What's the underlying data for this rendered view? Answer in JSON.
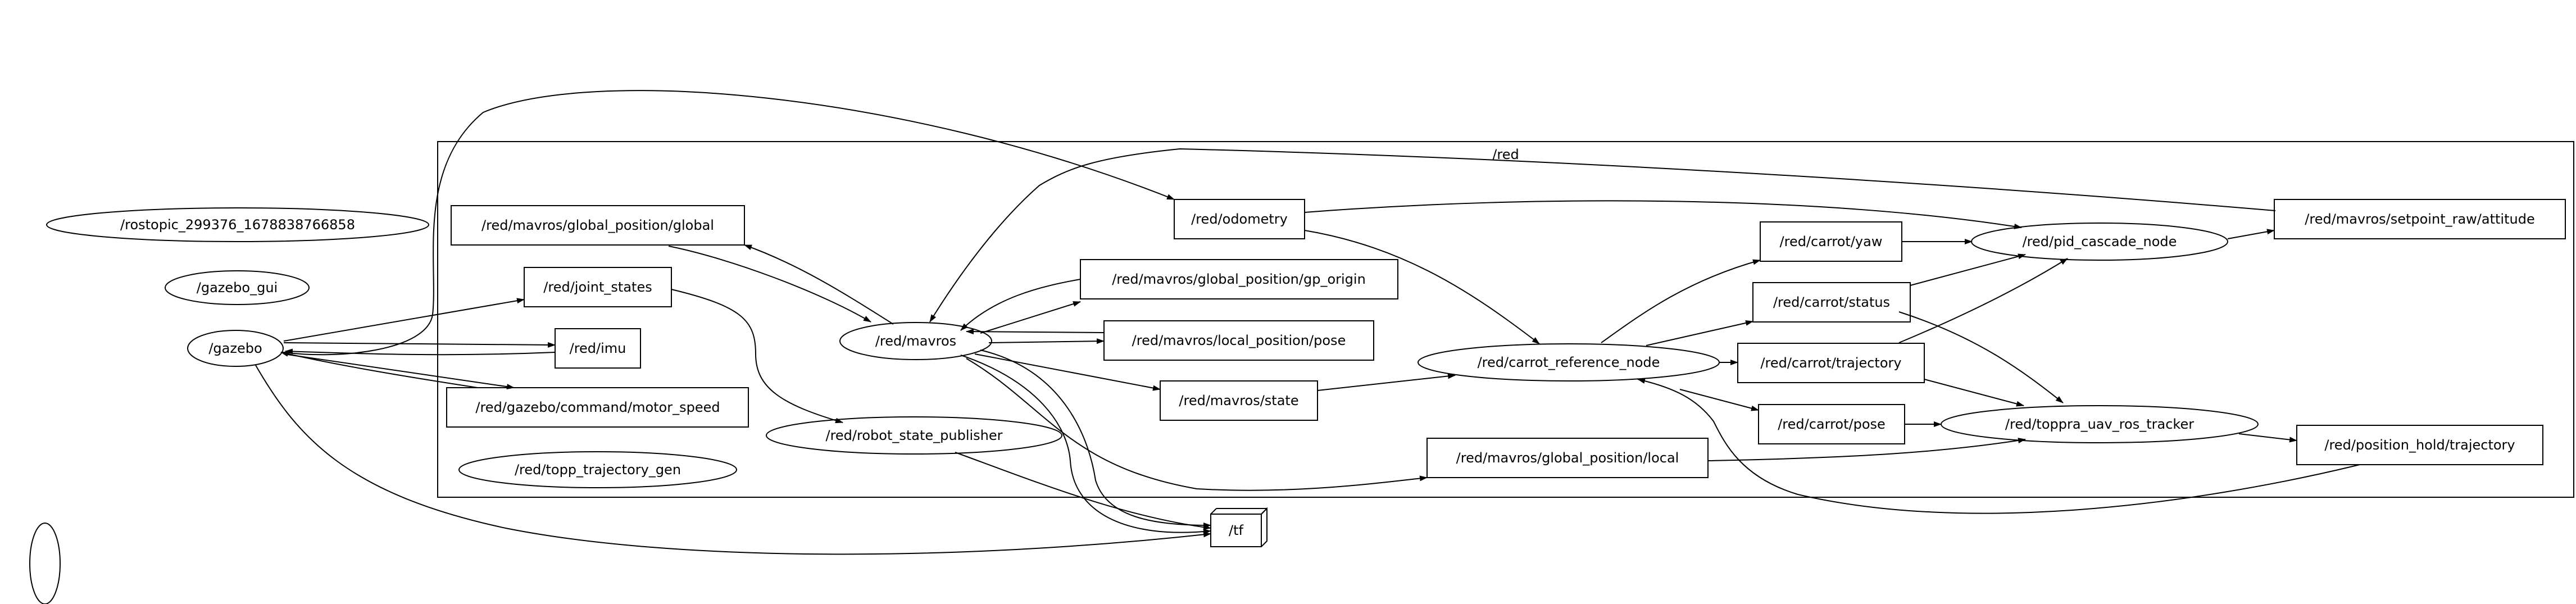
{
  "graph": {
    "cluster": {
      "label": "/red"
    },
    "nodes": [
      {
        "id": "rostopic",
        "label": "/rostopic_299376_1678838766858",
        "shape": "ellipse"
      },
      {
        "id": "gazebo_gui",
        "label": "/gazebo_gui",
        "shape": "ellipse"
      },
      {
        "id": "gazebo",
        "label": "/gazebo",
        "shape": "ellipse"
      },
      {
        "id": "blank",
        "label": "",
        "shape": "ellipse"
      },
      {
        "id": "tf",
        "label": "/tf",
        "shape": "box3d"
      },
      {
        "id": "global_position_global",
        "label": "/red/mavros/global_position/global",
        "shape": "box"
      },
      {
        "id": "joint_states",
        "label": "/red/joint_states",
        "shape": "box"
      },
      {
        "id": "imu",
        "label": "/red/imu",
        "shape": "box"
      },
      {
        "id": "motor_speed",
        "label": "/red/gazebo/command/motor_speed",
        "shape": "box"
      },
      {
        "id": "topp_gen",
        "label": "/red/topp_trajectory_gen",
        "shape": "ellipse"
      },
      {
        "id": "mavros",
        "label": "/red/mavros",
        "shape": "ellipse"
      },
      {
        "id": "robot_state_publisher",
        "label": "/red/robot_state_publisher",
        "shape": "ellipse"
      },
      {
        "id": "odometry",
        "label": "/red/odometry",
        "shape": "box"
      },
      {
        "id": "gp_origin",
        "label": "/red/mavros/global_position/gp_origin",
        "shape": "box"
      },
      {
        "id": "local_pose",
        "label": "/red/mavros/local_position/pose",
        "shape": "box"
      },
      {
        "id": "mavros_state",
        "label": "/red/mavros/state",
        "shape": "box"
      },
      {
        "id": "gp_local",
        "label": "/red/mavros/global_position/local",
        "shape": "box"
      },
      {
        "id": "carrot_ref",
        "label": "/red/carrot_reference_node",
        "shape": "ellipse"
      },
      {
        "id": "carrot_yaw",
        "label": "/red/carrot/yaw",
        "shape": "box"
      },
      {
        "id": "carrot_status",
        "label": "/red/carrot/status",
        "shape": "box"
      },
      {
        "id": "carrot_traj",
        "label": "/red/carrot/trajectory",
        "shape": "box"
      },
      {
        "id": "carrot_pose",
        "label": "/red/carrot/pose",
        "shape": "box"
      },
      {
        "id": "pid",
        "label": "/red/pid_cascade_node",
        "shape": "ellipse"
      },
      {
        "id": "toppra",
        "label": "/red/toppra_uav_ros_tracker",
        "shape": "ellipse"
      },
      {
        "id": "attitude",
        "label": "/red/mavros/setpoint_raw/attitude",
        "shape": "box"
      },
      {
        "id": "pos_hold",
        "label": "/red/position_hold/trajectory",
        "shape": "box"
      }
    ],
    "edges": [
      {
        "from": "gazebo",
        "to": "joint_states"
      },
      {
        "from": "gazebo",
        "to": "imu"
      },
      {
        "from": "imu",
        "to": "gazebo"
      },
      {
        "from": "gazebo",
        "to": "motor_speed"
      },
      {
        "from": "motor_speed",
        "to": "gazebo"
      },
      {
        "from": "gazebo",
        "to": "odometry"
      },
      {
        "from": "gazebo",
        "to": "tf"
      },
      {
        "from": "joint_states",
        "to": "robot_state_publisher"
      },
      {
        "from": "robot_state_publisher",
        "to": "tf"
      },
      {
        "from": "mavros",
        "to": "global_position_global"
      },
      {
        "from": "global_position_global",
        "to": "mavros"
      },
      {
        "from": "gp_origin",
        "to": "mavros"
      },
      {
        "from": "mavros",
        "to": "gp_origin"
      },
      {
        "from": "mavros",
        "to": "local_pose"
      },
      {
        "from": "local_pose",
        "to": "mavros"
      },
      {
        "from": "mavros",
        "to": "mavros_state"
      },
      {
        "from": "mavros",
        "to": "gp_local"
      },
      {
        "from": "mavros",
        "to": "tf"
      },
      {
        "from": "mavros",
        "to": "tf"
      },
      {
        "from": "attitude",
        "to": "mavros"
      },
      {
        "from": "odometry",
        "to": "carrot_ref"
      },
      {
        "from": "odometry",
        "to": "pid"
      },
      {
        "from": "mavros_state",
        "to": "carrot_ref"
      },
      {
        "from": "carrot_ref",
        "to": "carrot_yaw"
      },
      {
        "from": "carrot_ref",
        "to": "carrot_status"
      },
      {
        "from": "carrot_ref",
        "to": "carrot_traj"
      },
      {
        "from": "carrot_ref",
        "to": "carrot_pose"
      },
      {
        "from": "carrot_yaw",
        "to": "pid"
      },
      {
        "from": "carrot_status",
        "to": "pid"
      },
      {
        "from": "carrot_status",
        "to": "toppra"
      },
      {
        "from": "carrot_traj",
        "to": "pid"
      },
      {
        "from": "carrot_traj",
        "to": "toppra"
      },
      {
        "from": "carrot_pose",
        "to": "toppra"
      },
      {
        "from": "gp_local",
        "to": "toppra"
      },
      {
        "from": "pid",
        "to": "attitude"
      },
      {
        "from": "toppra",
        "to": "pos_hold"
      },
      {
        "from": "pos_hold",
        "to": "carrot_ref"
      }
    ]
  }
}
